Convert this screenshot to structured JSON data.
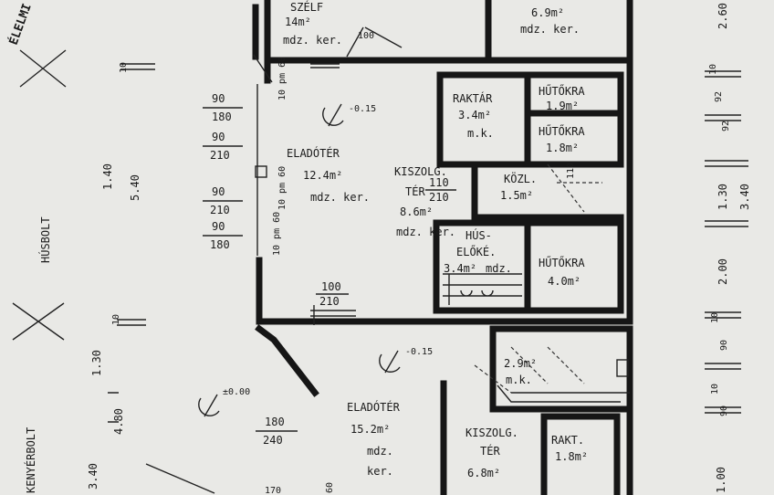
{
  "rooms": {
    "szeles": {
      "name": "SZÉLF",
      "area": "14m²",
      "note": "mdz. ker."
    },
    "top_right": {
      "area": "6.9m²",
      "note": "mdz. ker."
    },
    "raktar": {
      "name": "RAKTÁR",
      "area": "3.4m²",
      "note": "m.k."
    },
    "hutokra1": {
      "name": "HŰTŐKRA",
      "area": "1.9m²"
    },
    "hutokra2": {
      "name": "HŰTŐKRA",
      "area": "1.8m²"
    },
    "eladoter1": {
      "name": "ELADÓTÉR",
      "area": "12.4m²",
      "note": "mdz. ker."
    },
    "kiszolg1": {
      "name": "KISZOLG.",
      "name2": "TÉR",
      "area": "8.6m²",
      "note": "mdz. ker."
    },
    "kozl": {
      "name": "KÖZL.",
      "area": "1.5m²"
    },
    "huselokesz": {
      "name": "HÚS-",
      "name2": "ELŐKÉ.",
      "area": "3.4m²",
      "note": "mdz."
    },
    "hutokra3": {
      "name": "HŰTŐKRA",
      "area": "4.0m²"
    },
    "eladoter2": {
      "name": "ELADÓTÉR",
      "area": "15.2m²",
      "note": "mdz.",
      "note2": "ker."
    },
    "kiszolg2": {
      "name": "KISZOLG.",
      "name2": "TÉR",
      "area": "6.8m²"
    },
    "rakt": {
      "name": "RAKT.",
      "area": "1.8m²"
    },
    "wc": {
      "area": "2.9m²",
      "note": "m.k."
    }
  },
  "left_labels": {
    "elelmiszer": "ÉLELMI",
    "husbolt": "HÚSBOLT",
    "kenyer": "KENYÉRBOLT"
  },
  "dims": {
    "d90_180a": [
      "90",
      "180"
    ],
    "d90_210a": [
      "90",
      "210"
    ],
    "d90_210b": [
      "90",
      "210"
    ],
    "d90_180b": [
      "90",
      "180"
    ],
    "d180_240": [
      "180",
      "240"
    ],
    "d100_210": [
      "100",
      "210"
    ],
    "d110_210": [
      "110",
      "210"
    ],
    "d100_top": "100",
    "d170": "170",
    "level1": "-0.15",
    "level2": "-0.15",
    "level3": "±0.00",
    "left1": "1.40",
    "left2": "5.40",
    "left3": "1.30",
    "left4": "4.80",
    "left5": "3.40",
    "left6": "10",
    "left7": "10",
    "right1": "2.60",
    "right2": "10",
    "right3": "92",
    "right4": "92",
    "right5": "1.30",
    "right6": "3.40",
    "right7": "2.00",
    "right8": "10",
    "right9": "90",
    "right10": "10",
    "right11": "90",
    "right12": "1.00",
    "p60a": "10 pm 60",
    "p60b": "10 pm 60",
    "p60c": "10 pm 60",
    "p60d": "60",
    "d110": "110"
  },
  "colors": {
    "paper": "#e9e9e6",
    "ink": "#161616"
  }
}
